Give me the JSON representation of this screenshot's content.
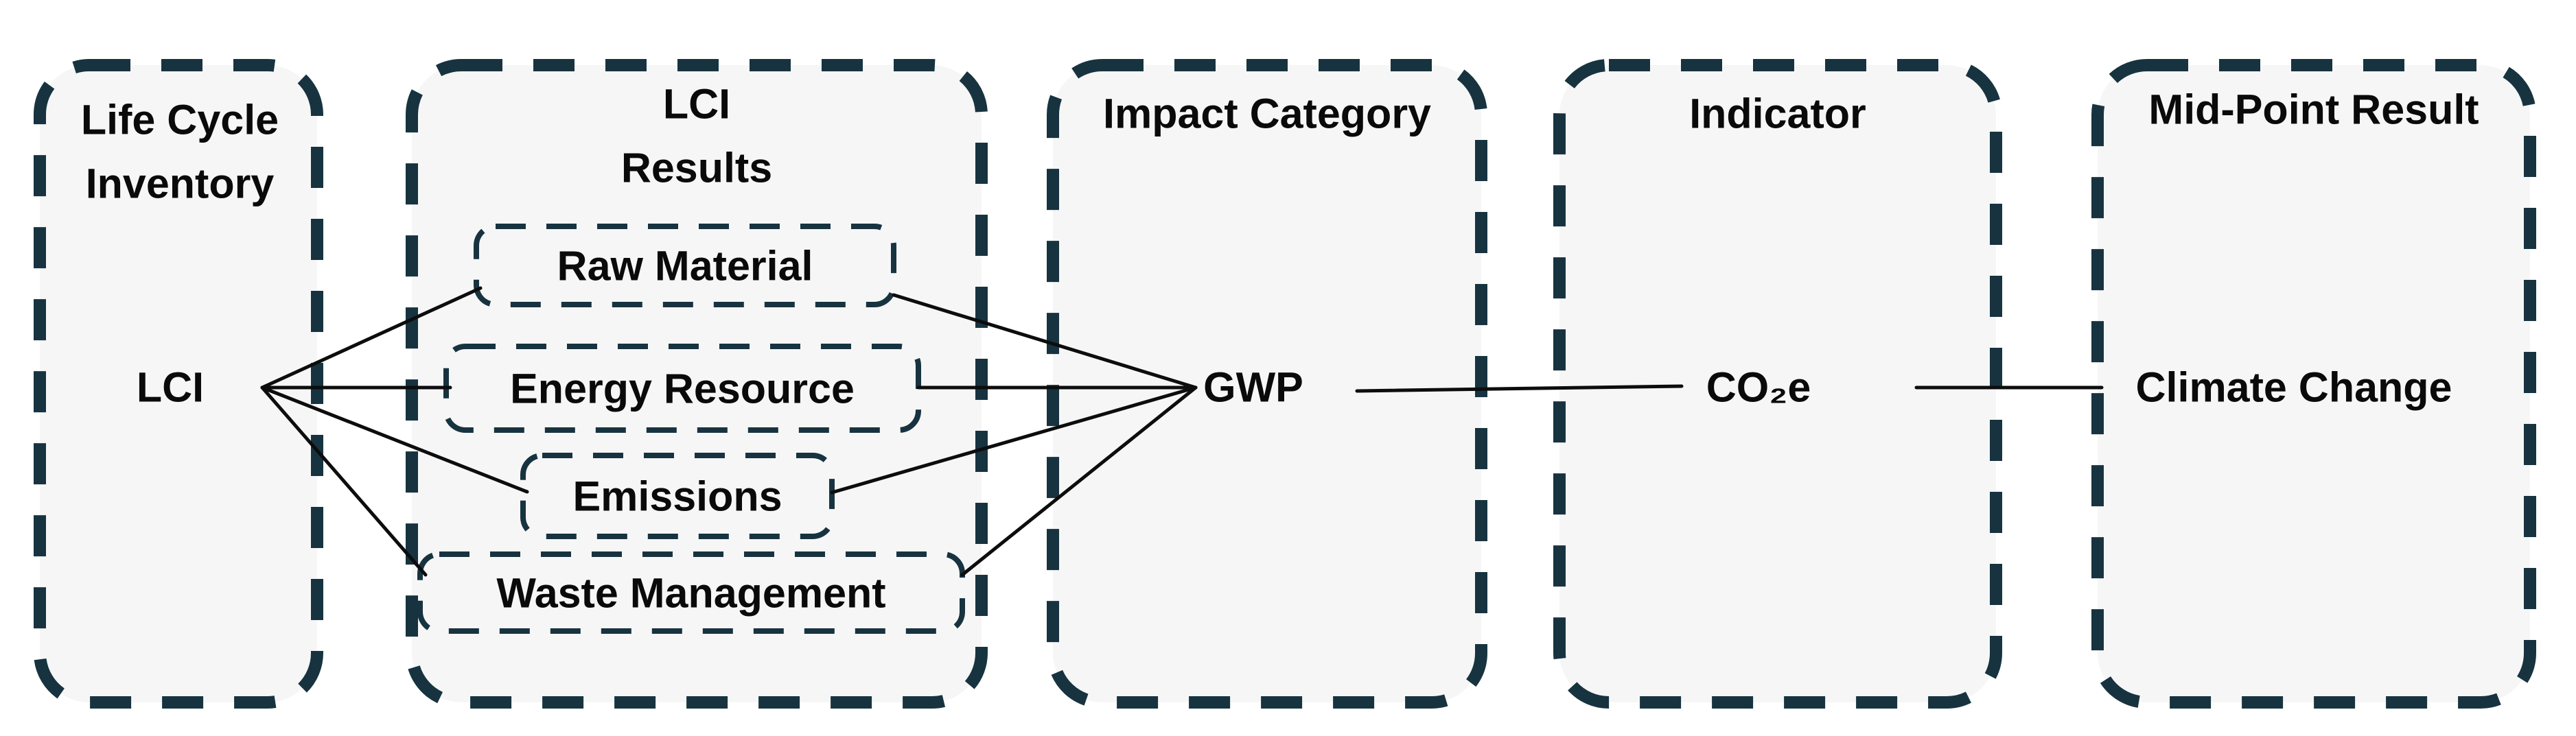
{
  "colors": {
    "border": "#17333f",
    "panel_fill": "#f6f6f7",
    "connector_line": "#0d0d0d",
    "text": "#0a0a0a",
    "background": "#ffffff"
  },
  "panels": {
    "p1": {
      "title1": "Life Cycle",
      "title2": "Inventory",
      "content": "LCI"
    },
    "p2": {
      "title1": "LCI",
      "title2": "Results",
      "box1": "Raw Material",
      "box2": "Energy Resource",
      "box3": "Emissions",
      "box4": "Waste Management"
    },
    "p3": {
      "title1": "Impact Category",
      "content": "GWP"
    },
    "p4": {
      "title1": "Indicator",
      "content": "CO₂e"
    },
    "p5": {
      "title1": "Mid-Point Result",
      "content": "Climate Change"
    }
  }
}
